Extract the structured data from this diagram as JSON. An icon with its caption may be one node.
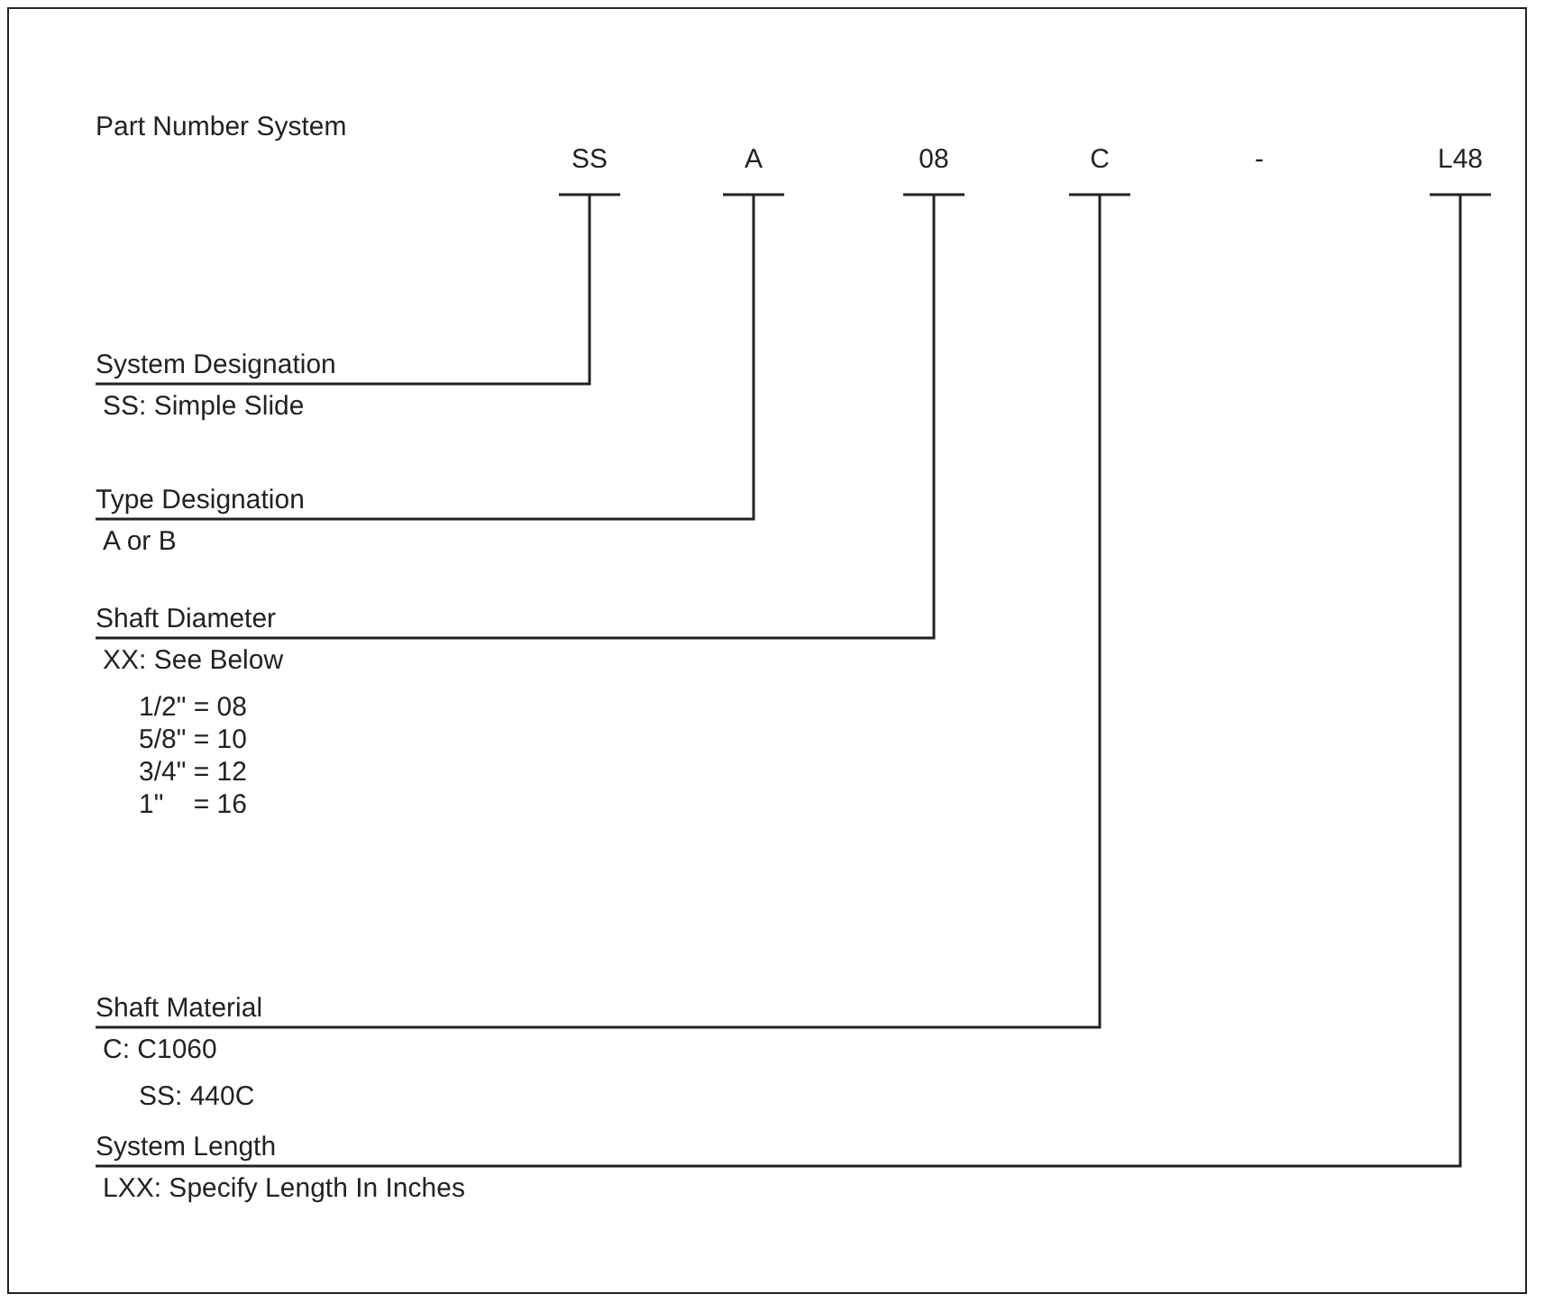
{
  "diagram": {
    "title": "Part Number System",
    "nodes": [
      {
        "text": [
          "SS"
        ]
      },
      {
        "text": [
          "A"
        ]
      },
      {
        "text": [
          "08"
        ]
      },
      {
        "text": [
          "C"
        ]
      },
      {
        "text": [
          "L48"
        ]
      },
      {
        "text": [
          "System Designation",
          "SS: Simple Slide"
        ]
      },
      {
        "text": [
          "Type Designation",
          "A or B"
        ]
      },
      {
        "text": [
          "Shaft Diameter",
          "XX: See Below",
          "1/2\" = 08",
          "5/8\" = 10",
          "3/4\" = 12",
          "1\"    = 16"
        ]
      },
      {
        "text": [
          "Shaft Material",
          "C: C1060",
          "SS: 440C"
        ]
      },
      {
        "text": [
          "System Length",
          "LXX: Specify Length In Inches"
        ]
      }
    ],
    "edges": [
      {
        "from": 0,
        "to": 5,
        "arrow": "none"
      },
      {
        "from": 1,
        "to": 6,
        "arrow": "none"
      },
      {
        "from": 2,
        "to": 7,
        "arrow": "none"
      },
      {
        "from": 3,
        "to": 8,
        "arrow": "none"
      },
      {
        "from": 4,
        "to": 9,
        "arrow": "none"
      }
    ],
    "labels": [
      "-"
    ]
  }
}
